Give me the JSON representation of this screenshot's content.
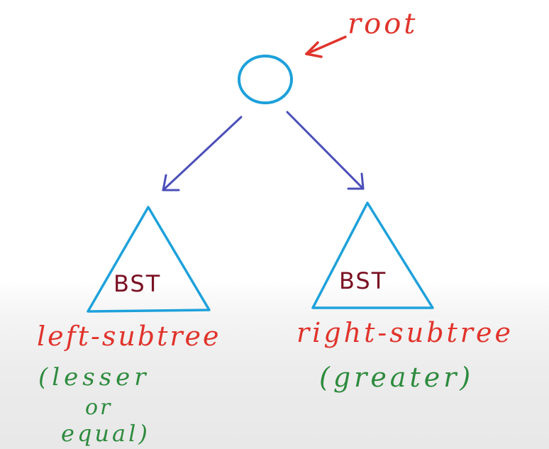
{
  "diagram": {
    "root_label": "root",
    "left": {
      "node_label": "BST",
      "caption": "left-subtree",
      "note_line1": "(lesser",
      "note_line2": "or",
      "note_line3": "equal)"
    },
    "right": {
      "node_label": "BST",
      "caption": "right-subtree",
      "note": "(greater)"
    }
  },
  "colors": {
    "node_outline": "#1da1db",
    "arrow": "#4b4fb8",
    "root_label": "#e0342c",
    "bst_text": "#7a1022",
    "caption": "#e0342c",
    "note": "#2e8b3e"
  }
}
